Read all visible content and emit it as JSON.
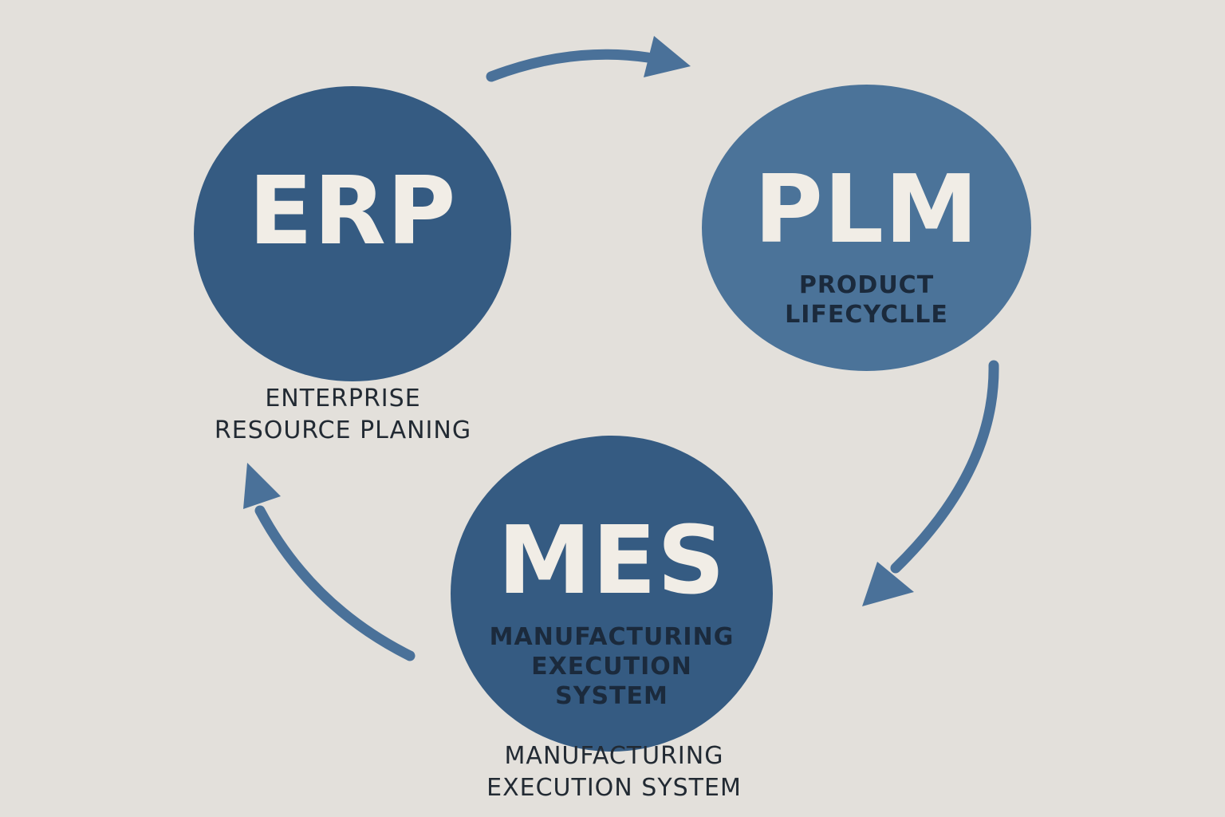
{
  "colors": {
    "background": "#e3e0db",
    "erp_circle": "#355b82",
    "plm_circle": "#4b7399",
    "mes_circle": "#355b82",
    "arrow": "#4a7199",
    "acronym_text": "#f1ede6",
    "inner_text": "#1b2a3c",
    "caption_text": "#222a33"
  },
  "nodes": {
    "erp": {
      "acronym": "ERP",
      "caption": [
        "ENTERPRISE",
        "RESOURCE PLANING"
      ]
    },
    "plm": {
      "acronym": "PLM",
      "inner": [
        "PRODUCT",
        "LIFECYCLLE"
      ]
    },
    "mes": {
      "acronym": "MES",
      "inner": [
        "MANUFACTURING",
        "EXECUTION",
        "SYSTEM"
      ],
      "caption": [
        "MANUFACTURING",
        "EXECUTION SYSTEM"
      ]
    }
  },
  "flow": [
    {
      "from": "ERP",
      "to": "PLM"
    },
    {
      "from": "PLM",
      "to": "MES"
    },
    {
      "from": "MES",
      "to": "ERP"
    }
  ]
}
